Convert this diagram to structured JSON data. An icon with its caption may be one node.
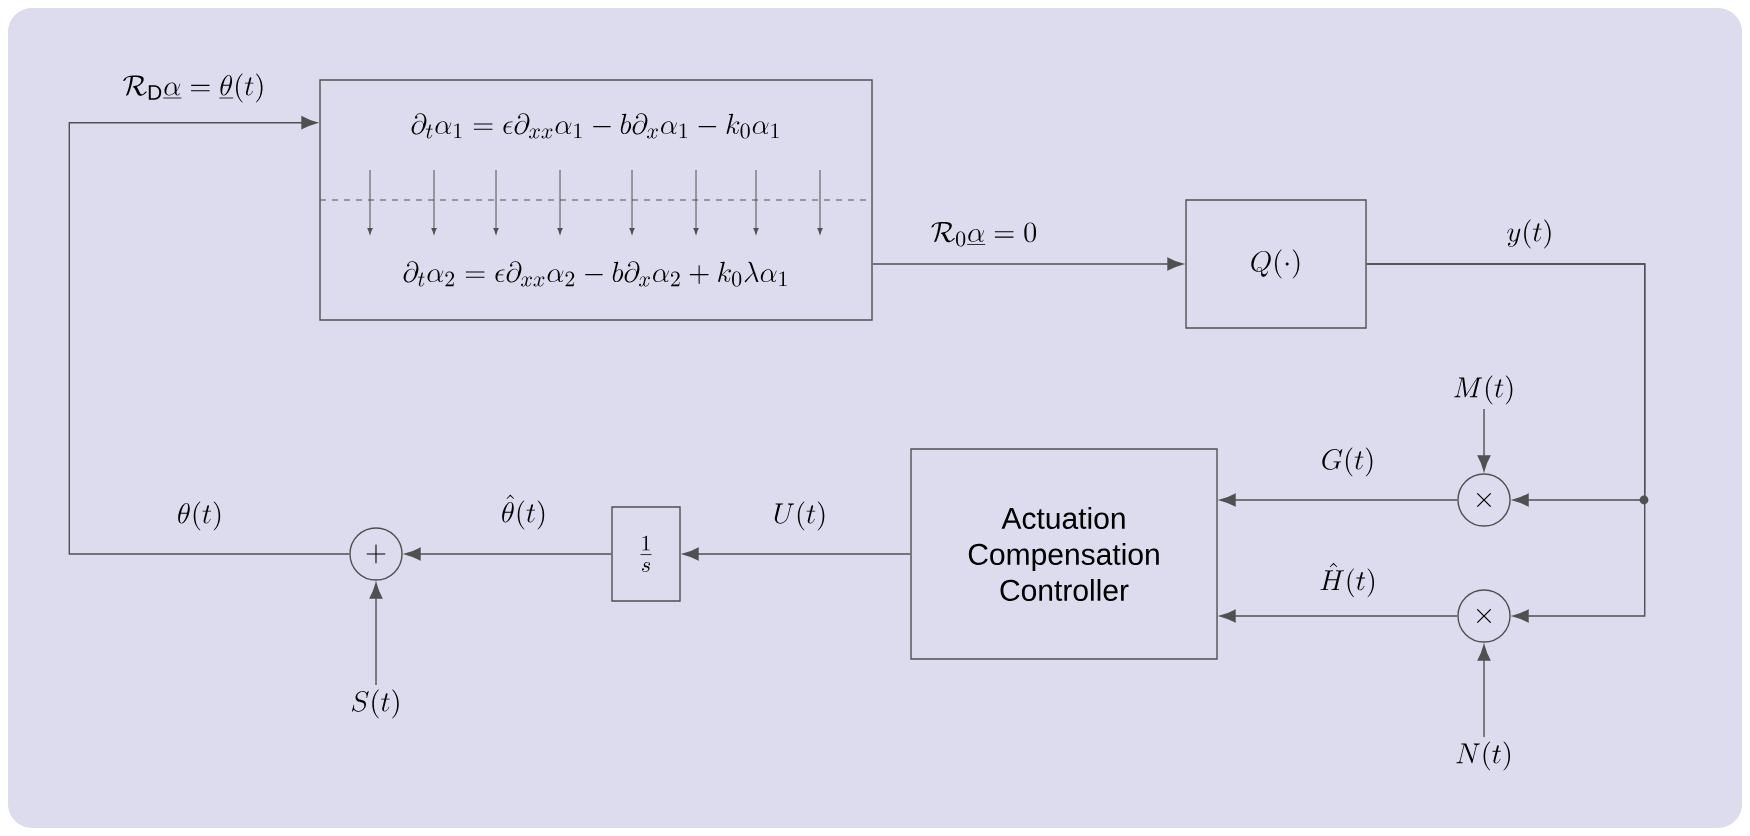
{
  "diagram": {
    "nodes": [
      {
        "text": [
          "\\partial_t\\alpha_1 = \\epsilon\\partial_{xx}\\alpha_1 - b\\partial_x\\alpha_1 - k_0\\alpha_1",
          "\\partial_t\\alpha_2 = \\epsilon\\partial_{xx}\\alpha_2 - b\\partial_x\\alpha_2 + k_0\\lambda\\alpha_1"
        ]
      },
      {
        "text": [
          "Q(\\cdot)"
        ]
      },
      {
        "text": [
          "\\times"
        ]
      },
      {
        "text": [
          "\\times"
        ]
      },
      {
        "text": [
          "Actuation Compensation Controller"
        ]
      },
      {
        "text": [
          "\\frac{1}{s}"
        ]
      },
      {
        "text": [
          "+"
        ]
      },
      {
        "text": [
          "M(t)"
        ]
      },
      {
        "text": [
          "N(t)"
        ]
      },
      {
        "text": [
          "S(t)"
        ]
      }
    ],
    "edges": [
      {
        "from": 0,
        "to": 1,
        "arrow": "to",
        "label": "\\mathcal{R}_0\\underline{\\alpha} = 0"
      },
      {
        "from": 1,
        "to": 2,
        "arrow": "to",
        "label": "y(t)"
      },
      {
        "from": 1,
        "to": 3,
        "arrow": "to"
      },
      {
        "from": 7,
        "to": 2,
        "arrow": "to"
      },
      {
        "from": 8,
        "to": 3,
        "arrow": "to"
      },
      {
        "from": 2,
        "to": 4,
        "arrow": "to",
        "label": "G(t)"
      },
      {
        "from": 3,
        "to": 4,
        "arrow": "to",
        "label": "\\hat{H}(t)"
      },
      {
        "from": 4,
        "to": 5,
        "arrow": "to",
        "label": "U(t)"
      },
      {
        "from": 5,
        "to": 6,
        "arrow": "to",
        "label": "\\hat{\\theta}(t)"
      },
      {
        "from": 9,
        "to": 6,
        "arrow": "to"
      },
      {
        "from": 6,
        "to": 0,
        "arrow": "to",
        "label": "\\theta(t)"
      }
    ],
    "labels": [
      "\\mathcal{R}_{\\mathrm{D}}\\underline{\\alpha} = \\underline{\\theta}(t)"
    ]
  }
}
